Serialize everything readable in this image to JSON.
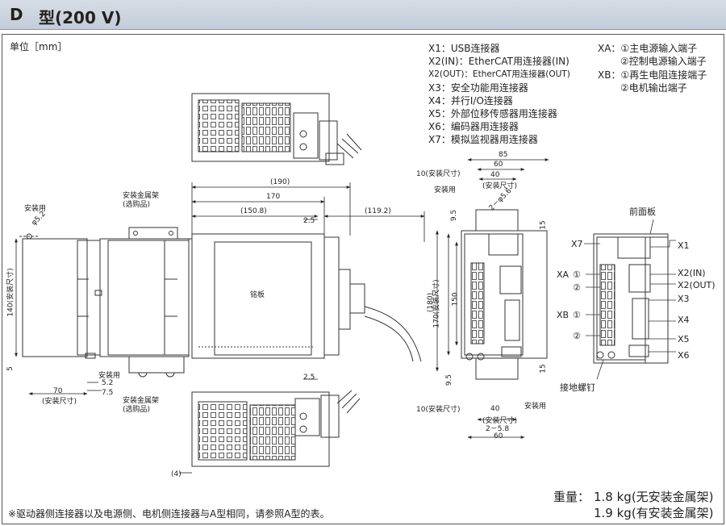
{
  "header": {
    "code": "D",
    "type": "型(200 V)"
  },
  "unit_label": "单位［mm］",
  "legend_left": [
    {
      "key": "X1：",
      "text": "USB连接器"
    },
    {
      "key": "X2(IN)：",
      "text": "EtherCAT用连接器(IN)"
    },
    {
      "key": "X2(OUT)：",
      "text": "EtherCAT用连接器(OUT)"
    },
    {
      "key": "X3：",
      "text": "安全功能用连接器"
    },
    {
      "key": "X4：",
      "text": "并行I/O连接器"
    },
    {
      "key": "X5：",
      "text": "外部位移传感器用连接器"
    },
    {
      "key": "X6：",
      "text": "编码器用连接器"
    },
    {
      "key": "X7：",
      "text": "模拟监视器用连接器"
    }
  ],
  "legend_right": [
    {
      "key": "XA：",
      "text": "①主电源输入端子"
    },
    {
      "key": "",
      "text": "②控制电源输入端子"
    },
    {
      "key": "XB：",
      "text": "①再生电阻连接端子"
    },
    {
      "key": "",
      "text": "②电机输出端子"
    }
  ],
  "labels": {
    "install_use": "安装用",
    "bracket": "安装金属架",
    "bracket_opt": "(选购品)",
    "nameplate": "铭板",
    "front_panel": "前面板",
    "ground_screw": "接地螺钉",
    "phi52": "φ5.2",
    "phi52_b": "2－φ5.6",
    "install_dim": "(安装尺寸)",
    "install_dim_v140": "140(安装尺寸)",
    "install_dim_v170": "170(安装尺寸)",
    "x1": "X1",
    "x2in": "X2(IN)",
    "x2out": "X2(OUT)",
    "x3": "X3",
    "x4": "X4",
    "x5": "X5",
    "x6": "X6",
    "x7": "X7",
    "xa": "XA",
    "xb": "XB",
    "c1": "①",
    "c2": "②"
  },
  "dims": {
    "d190": "(190)",
    "d170": "170",
    "d1508": "(150.8)",
    "d1192": "(119.2)",
    "d25a": "2.5",
    "d25b": "2.5",
    "d85": "85",
    "d60a": "60",
    "d40a": "40",
    "d10a": "10(安装尺寸)",
    "d95a": "9.5",
    "d15a": "15",
    "d180": "(180)",
    "d150": "150",
    "d95b": "9.5",
    "d15b": "15",
    "d10b": "10(安装尺寸)",
    "d40b": "40",
    "d258": "2－5.8",
    "d60b": "60",
    "d5": "5",
    "d70": "70",
    "d52": "5.2",
    "d75": "7.5",
    "d4": "(4)"
  },
  "weight": {
    "label": "重量：",
    "v1": "1.8 kg(无安装金属架)",
    "v2": "1.9 kg(有安装金属架)"
  },
  "note": "※驱动器侧连接器以及电源侧、电机侧连接器与A型相同，请参照A型的表。"
}
